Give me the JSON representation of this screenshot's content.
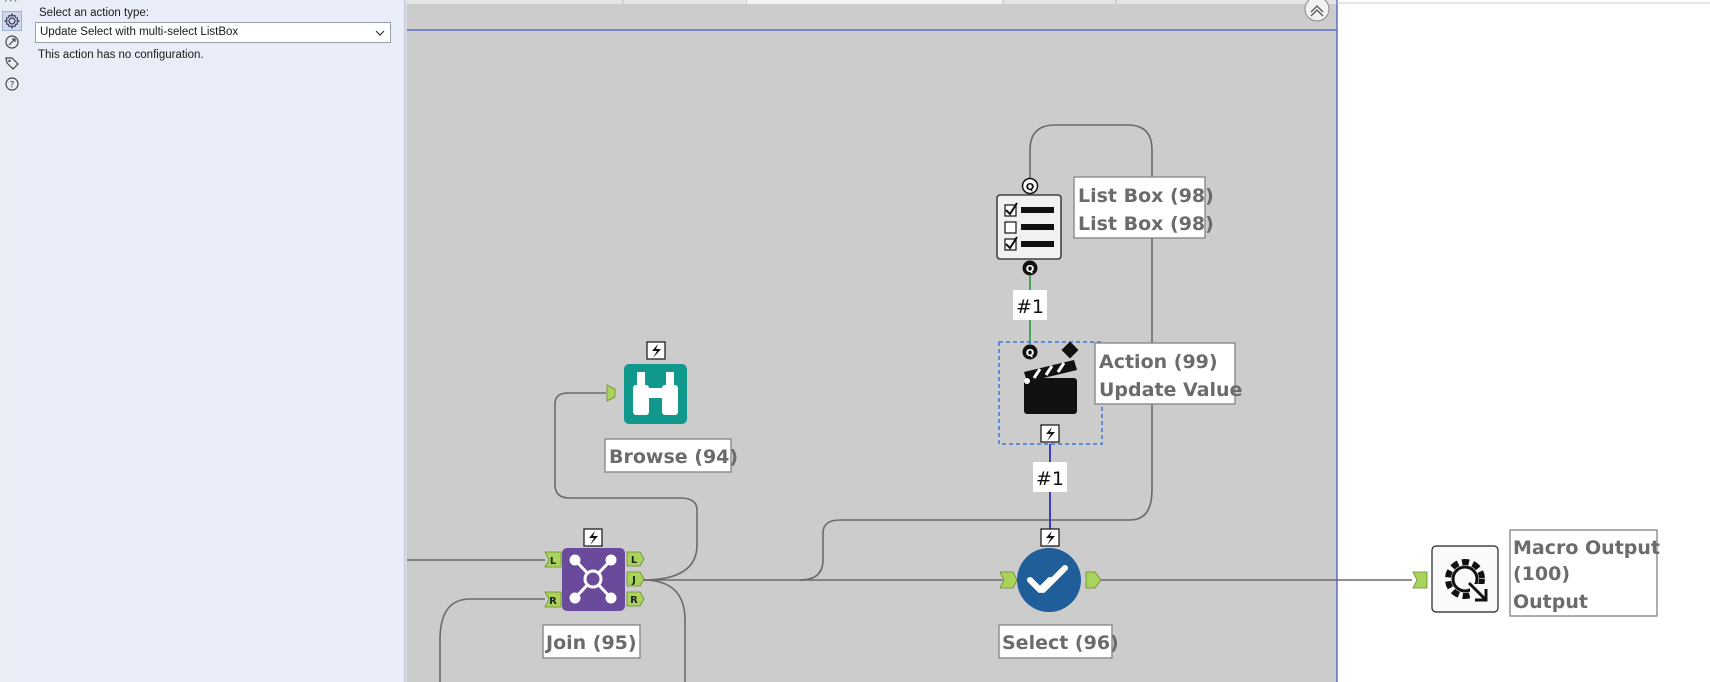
{
  "config_panel": {
    "action_type_label": "Select an action type:",
    "action_type_value": "Update Select with multi-select ListBox",
    "note": "This action has no configuration."
  },
  "sidebar_icons": [
    "gear-icon",
    "tool-config-icon",
    "tag-icon",
    "help-icon"
  ],
  "canvas": {
    "background": "#cccccc",
    "tools": {
      "list_box": {
        "line1": "List Box (98)",
        "line2": "List Box (98)",
        "anchor_q": "Q"
      },
      "action": {
        "line1": "Action (99)",
        "line2": "Update Value",
        "anchor_q": "Q"
      },
      "browse": {
        "label": "Browse (94)"
      },
      "join": {
        "label": "Join (95)",
        "anchor_l": "L",
        "anchor_r": "R",
        "anchor_j": "J"
      },
      "select": {
        "label": "Select (96)"
      },
      "macro_output": {
        "line1": "Macro Output",
        "line2": "(100)",
        "line3": "Output"
      }
    },
    "connection_labels": {
      "listbox_to_action": "#1",
      "action_to_select": "#1"
    }
  },
  "colors": {
    "browse": "#10988c",
    "join": "#6a4a9b",
    "select": "#1f5e99",
    "anchor_green": "#a9d35a",
    "selection_border": "#3b78d8",
    "question_connector": "#3ca04a",
    "action_connector": "#2b2bd0"
  }
}
